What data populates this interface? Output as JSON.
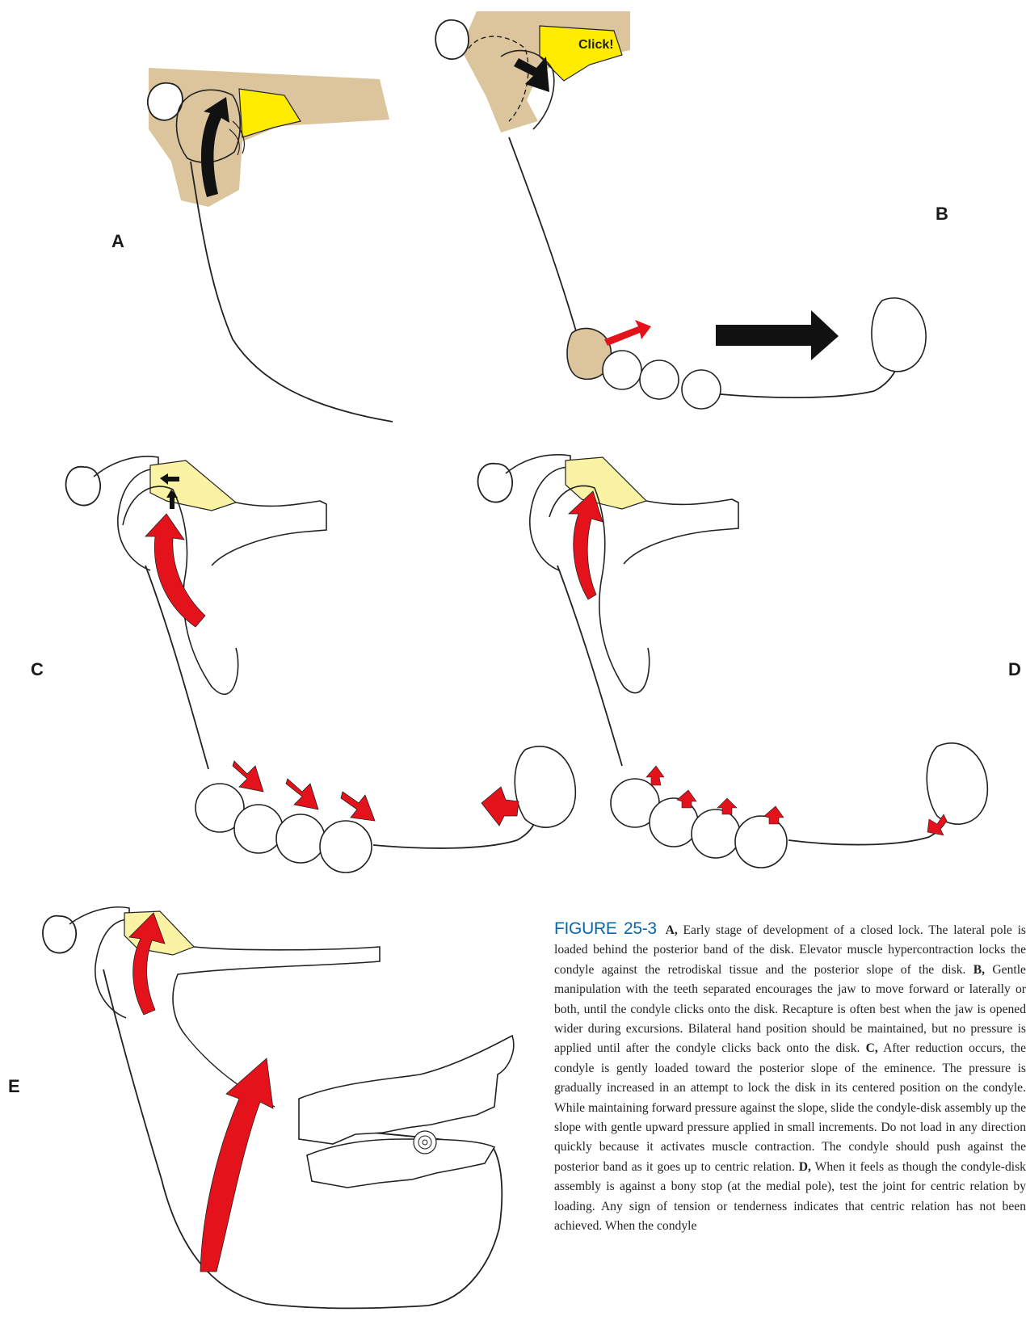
{
  "panels": {
    "a": "A",
    "b": "B",
    "c": "C",
    "d": "D",
    "e": "E"
  },
  "click_label": "Click!",
  "caption": {
    "figure_label": "FIGURE 25-3",
    "a_label": "A,",
    "a_text": "Early stage of development of a closed lock. The lateral pole is loaded behind the posterior band of the disk. Elevator muscle hypercontraction locks the condyle against the retrodiskal tissue and the posterior slope of the disk.",
    "b_label": "B,",
    "b_text": "Gentle manipulation with the teeth separated encourages the jaw to move forward or laterally or both, until the condyle clicks onto the disk. Recapture is often best when the jaw is opened wider during excursions. Bilateral hand position should be maintained, but no pressure is applied until after the condyle clicks back onto the disk.",
    "c_label": "C,",
    "c_text": "After reduction occurs, the condyle is gently loaded toward the posterior slope of the eminence. The pressure is gradually increased in an attempt to lock the disk in its centered position on the condyle. While maintaining forward pressure against the slope, slide the condyle-disk assembly up the slope with gentle upward pressure applied in small increments. Do not load in any direction quickly because it activates muscle contraction. The condyle should push against the posterior band as it goes up to centric relation.",
    "d_label": "D,",
    "d_text": "When it feels as though the condyle-disk assembly is against a bony stop (at the medial pole), test the joint for centric relation by loading. Any sign of tension or tenderness indicates that centric relation has not been achieved. When the condyle"
  },
  "colors": {
    "bone": "#dcc59c",
    "disk_bright": "#ffec00",
    "disk_pale": "#fbf3a4",
    "arrow_red": "#e3121b",
    "arrow_black": "#111111",
    "caption_blue": "#0a66a8"
  }
}
